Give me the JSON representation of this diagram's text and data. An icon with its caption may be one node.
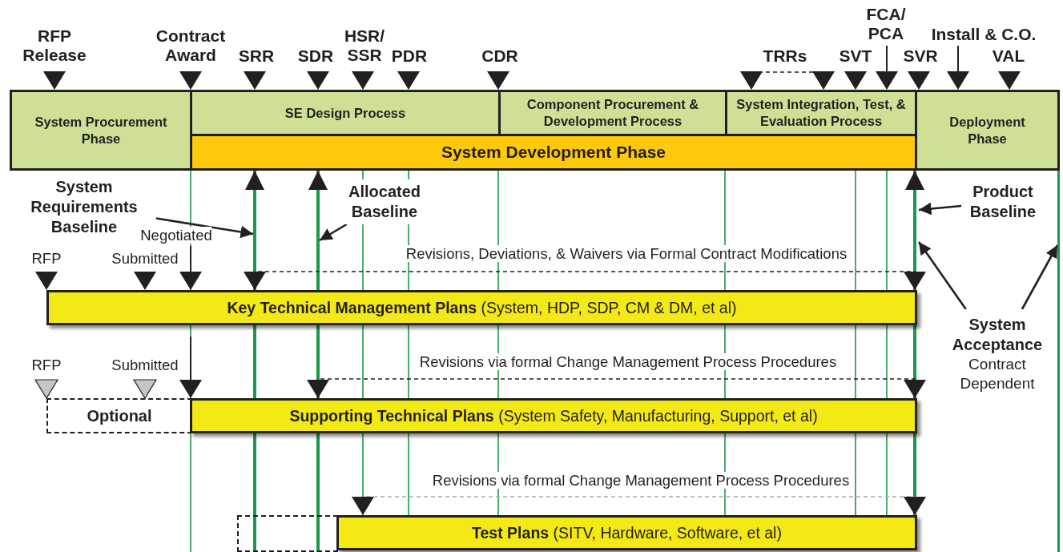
{
  "diagram": {
    "nodes": [
      {
        "text": [
          "System Procurement Phase"
        ]
      },
      {
        "text": [
          "SE Design Process"
        ]
      },
      {
        "text": [
          "Component Procurement & Development Process"
        ]
      },
      {
        "text": [
          "System Integration, Test, & Evaluation Process"
        ]
      },
      {
        "text": [
          "System Development Phase"
        ]
      },
      {
        "text": [
          "Deployment Phase"
        ]
      },
      {
        "text": [
          "**Key Technical Management Plans** (System, HDP, SDP, CM & DM, et al)"
        ]
      },
      {
        "text": [
          "Optional"
        ]
      },
      {
        "text": [
          "**Supporting Technical Plans** (System Safety, Manufacturing, Support, et al)"
        ]
      },
      {
        "text": [],
        "shape": "box"
      },
      {
        "text": [
          "**Test Plans** (SITV, Hardware, Software, et al)"
        ]
      },
      {
        "text": [
          "System Requirements Baseline"
        ]
      },
      {
        "text": [
          "Allocated Baseline"
        ]
      },
      {
        "text": [
          "Product Baseline"
        ]
      },
      {
        "text": [
          "System Acceptance",
          "Contract Dependent"
        ]
      },
      {
        "text": [],
        "shape": "bar"
      }
    ],
    "edges": [
      {
        "from": 9,
        "to": 4,
        "arrow": "to",
        "color": "#1a9a48"
      },
      {
        "from": 9,
        "to": 4,
        "arrow": "to",
        "color": "#1a9a48"
      },
      {
        "from": 10,
        "to": 4,
        "arrow": "to",
        "color": "#1a9a48"
      },
      {
        "from": 11,
        "to": null,
        "arrow": "to"
      },
      {
        "from": 12,
        "to": null,
        "arrow": "to"
      },
      {
        "from": 13,
        "to": null,
        "arrow": "to"
      },
      {
        "from": 14,
        "to": null,
        "arrow": "to"
      },
      {
        "from": 14,
        "to": 15,
        "arrow": "to"
      },
      {
        "from": 6,
        "to": 6,
        "arrow": "both",
        "style": "dashed"
      },
      {
        "from": 8,
        "to": 8,
        "arrow": "both",
        "style": "dashed"
      },
      {
        "from": 10,
        "to": 10,
        "arrow": "both",
        "style": "dashed",
        "color": "#aaaaaa"
      }
    ],
    "labels": [
      "RFP Release",
      "Contract Award",
      "SRR",
      "SDR",
      "HSR/ SSR",
      "PDR",
      "CDR",
      "TRRs",
      "SVT",
      "FCA/ PCA",
      "SVR",
      "Install & C.O.",
      "VAL",
      "Negotiated",
      "RFP",
      "Submitted",
      "Revisions, Deviations, & Waivers via Formal Contract Modifications",
      "RFP",
      "Submitted",
      "Revisions via formal Change Management Process Procedures",
      "Revisions via formal Change Management Process Procedures"
    ]
  }
}
